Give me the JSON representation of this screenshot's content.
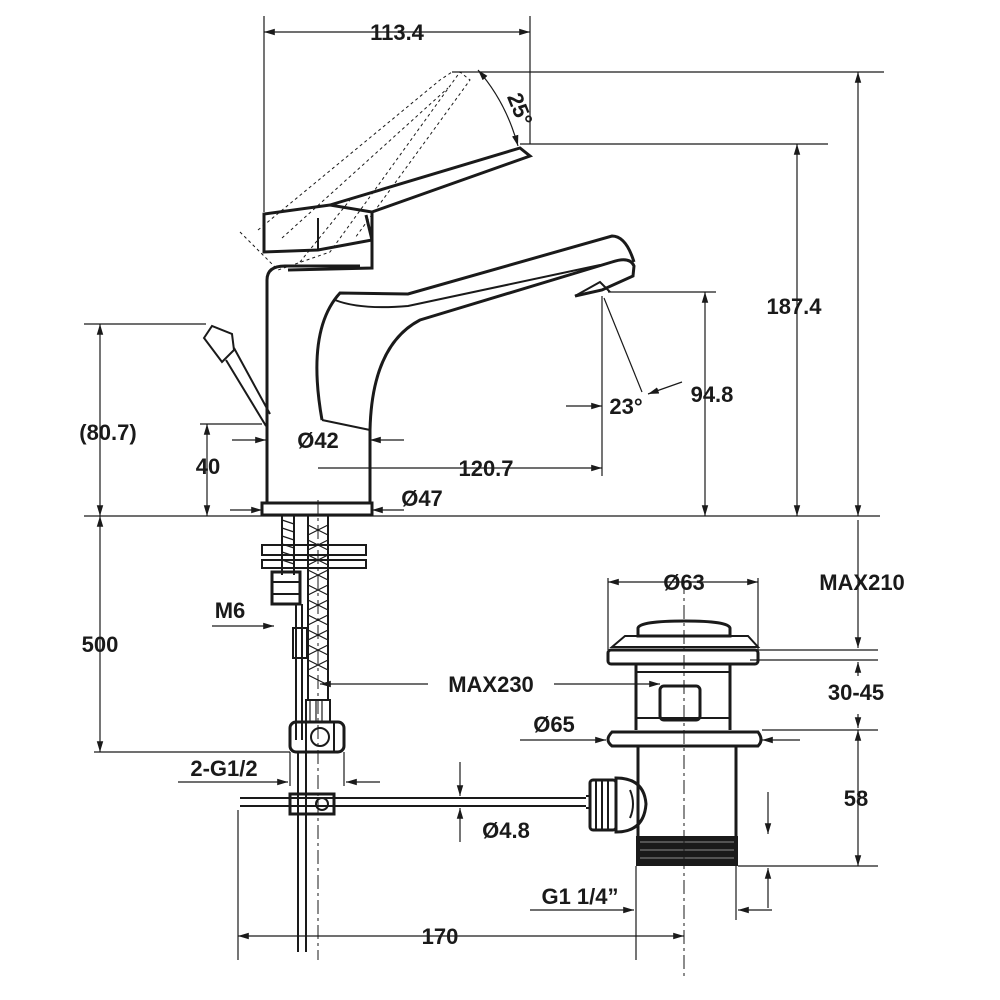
{
  "dimensions": {
    "d_113_4": "113.4",
    "d_25deg": "25°",
    "d_187_4": "187.4",
    "d_80_7": "(80.7)",
    "d_40": "40",
    "d_dia42": "Ø42",
    "d_120_7": "120.7",
    "d_23deg": "23°",
    "d_94_8": "94.8",
    "d_dia47": "Ø47",
    "d_dia63": "Ø63",
    "d_max210": "MAX210",
    "d_m6": "M6",
    "d_500": "500",
    "d_max230": "MAX230",
    "d_30_45": "30-45",
    "d_dia65": "Ø65",
    "d_58": "58",
    "d_2g12": "2-G1/2",
    "d_dia4_8": "Ø4.8",
    "d_g114": "G1 1/4”",
    "d_170": "170"
  }
}
